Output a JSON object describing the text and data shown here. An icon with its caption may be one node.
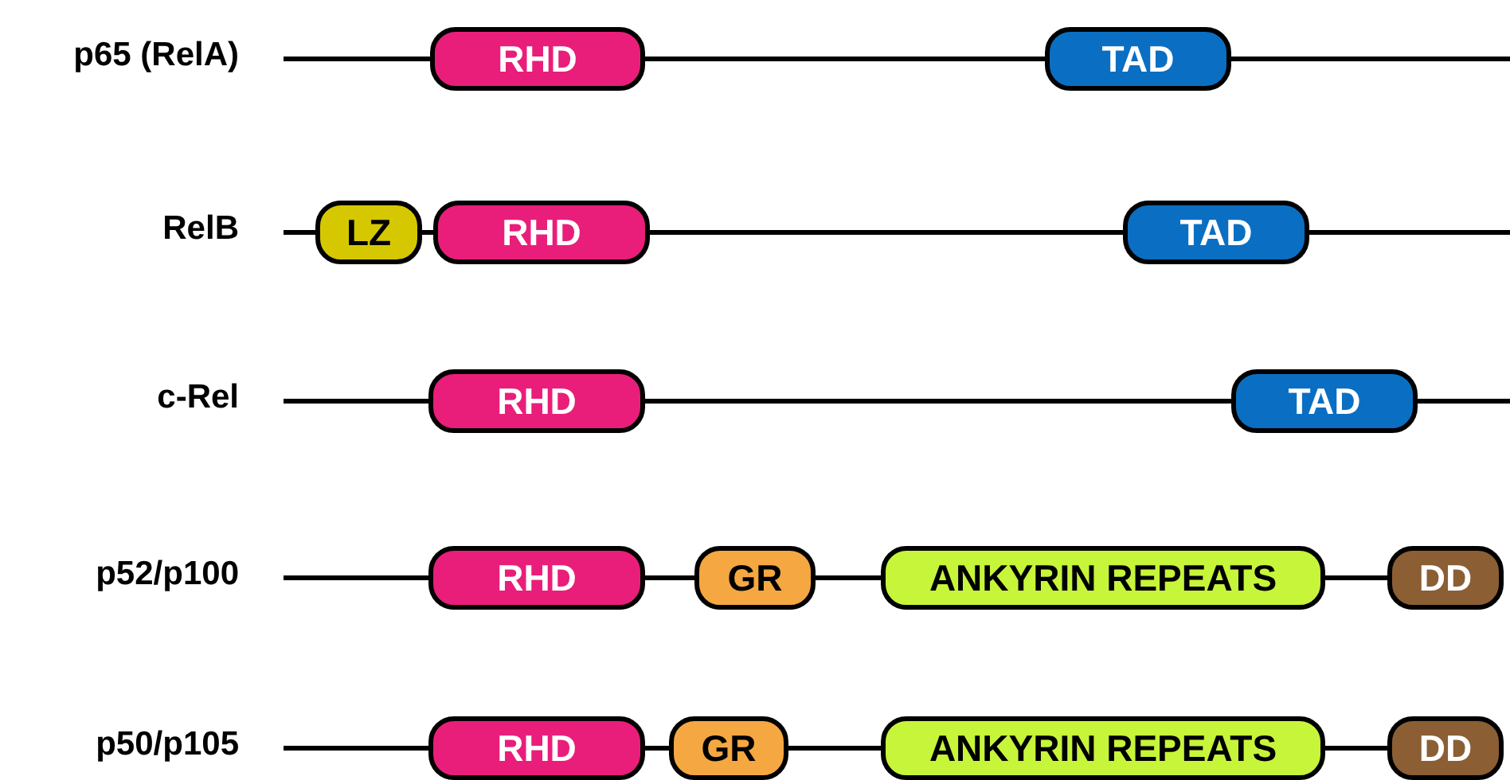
{
  "diagram": {
    "nodes": [
      {
        "text": [
          "RHD"
        ]
      },
      {
        "text": [
          "TAD"
        ]
      },
      {
        "text": [
          "LZ"
        ]
      },
      {
        "text": [
          "RHD"
        ]
      },
      {
        "text": [
          "TAD"
        ]
      },
      {
        "text": [
          "RHD"
        ]
      },
      {
        "text": [
          "TAD"
        ]
      },
      {
        "text": [
          "RHD"
        ]
      },
      {
        "text": [
          "GR"
        ]
      },
      {
        "text": [
          "ANKYRIN REPEATS"
        ]
      },
      {
        "text": [
          "DD"
        ]
      },
      {
        "text": [
          "RHD"
        ]
      },
      {
        "text": [
          "GR"
        ]
      },
      {
        "text": [
          "ANKYRIN REPEATS"
        ]
      },
      {
        "text": [
          "DD"
        ]
      }
    ],
    "edges": [
      {
        "from": 0,
        "to": 1,
        "arrow": "none"
      },
      {
        "from": 2,
        "to": 3,
        "arrow": "none"
      },
      {
        "from": 3,
        "to": 4,
        "arrow": "none"
      },
      {
        "from": 5,
        "to": 6,
        "arrow": "none"
      },
      {
        "from": 7,
        "to": 8,
        "arrow": "none"
      },
      {
        "from": 8,
        "to": 9,
        "arrow": "none"
      },
      {
        "from": 9,
        "to": 10,
        "arrow": "none"
      },
      {
        "from": 11,
        "to": 12,
        "arrow": "none"
      },
      {
        "from": 12,
        "to": 13,
        "arrow": "none"
      },
      {
        "from": 13,
        "to": 14,
        "arrow": "none"
      }
    ],
    "labels": [
      "p65 (RelA)",
      "RelB",
      "c-Rel",
      "p52/p100",
      "p50/p105"
    ]
  }
}
